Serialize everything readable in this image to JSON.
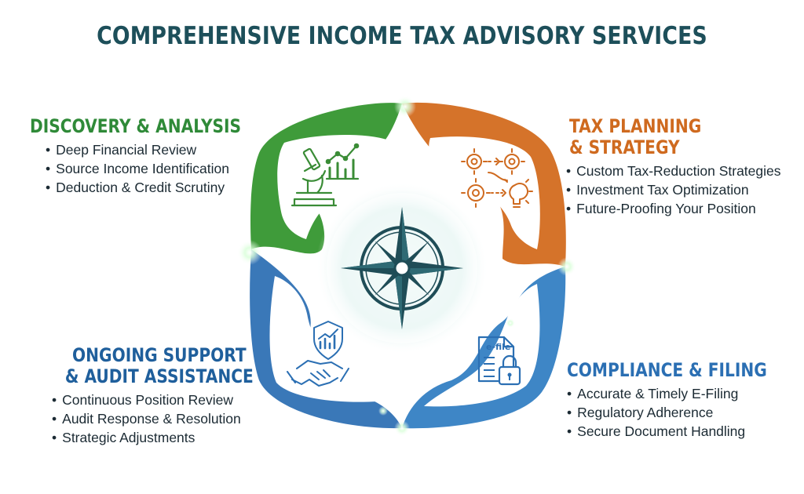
{
  "title": "COMPREHENSIVE INCOME TAX ADVISORY SERVICES",
  "colors": {
    "discovery": "#3f9b3a",
    "planning": "#d5732a",
    "compliance": "#3e86c6",
    "support": "#3a78b8",
    "title": "#1d4f5a",
    "compass": "#1f4d57"
  },
  "sections": {
    "discovery": {
      "heading": "DISCOVERY & ANALYSIS",
      "icon": "microscope-chart-icon",
      "items": [
        "Deep Financial Review",
        "Source Income Identification",
        "Deduction & Credit Scrutiny"
      ]
    },
    "planning": {
      "heading_line1": "TAX PLANNING",
      "heading_line2": "& STRATEGY",
      "icon": "gears-lightbulb-icon",
      "items": [
        "Custom Tax-Reduction Strategies",
        "Investment Tax Optimization",
        "Future-Proofing Your Position"
      ]
    },
    "compliance": {
      "heading": "COMPLIANCE & FILING",
      "icon": "efile-lock-icon",
      "icon_text": "e-file",
      "items": [
        "Accurate & Timely E-Filing",
        "Regulatory Adherence",
        "Secure Document Handling"
      ]
    },
    "support": {
      "heading_line1": "ONGOING SUPPORT",
      "heading_line2": "& AUDIT ASSISTANCE",
      "icon": "shield-handshake-icon",
      "items": [
        "Continuous Position Review",
        "Audit Response & Resolution",
        "Strategic Adjustments"
      ]
    }
  },
  "center_icon": "compass-rose-icon"
}
